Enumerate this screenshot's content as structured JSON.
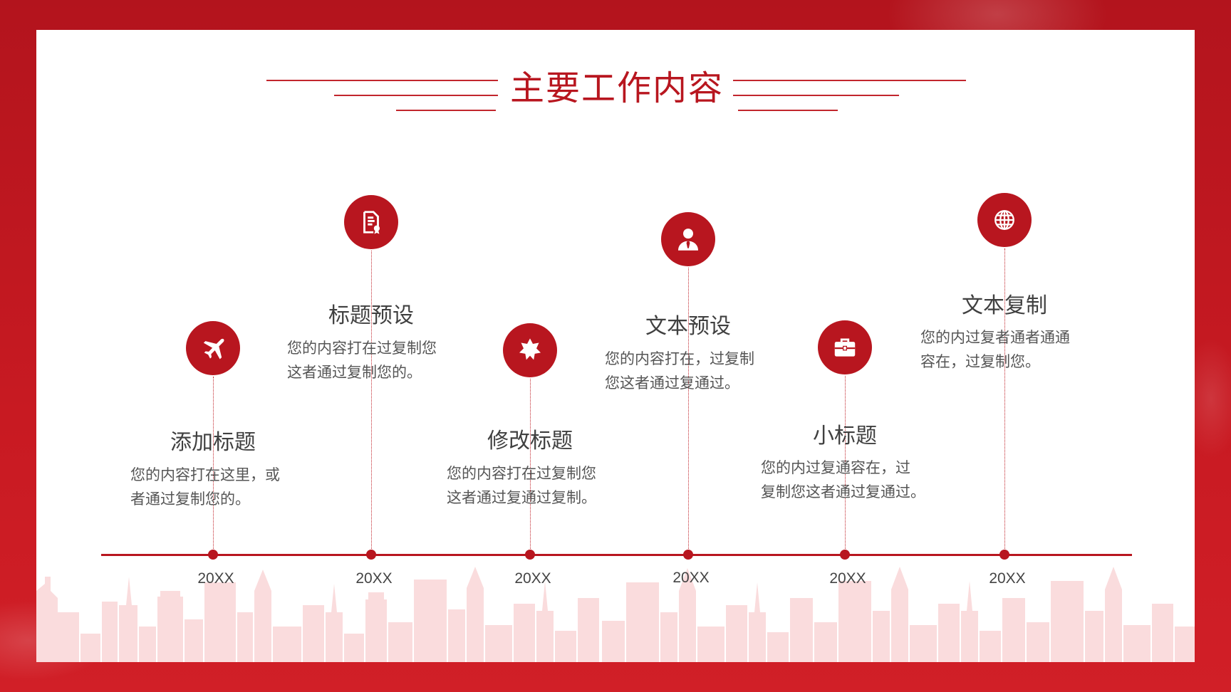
{
  "slide": {
    "title": "主要工作内容"
  },
  "milestones": [
    {
      "title": "添加标题",
      "desc_line1": "您的内容打在这里，或",
      "desc_line2": "者通过复制您的。",
      "year": "20XX",
      "icon": "airplane-icon"
    },
    {
      "title": "标题预设",
      "desc_line1": "您的内容打在过复制您",
      "desc_line2": "这者通过复制您的。",
      "year": "20XX",
      "icon": "certificate-document-icon"
    },
    {
      "title": "修改标题",
      "desc_line1": "您的内容打在过复制您",
      "desc_line2": "这者通过复通过复制。",
      "year": "20XX",
      "icon": "star-badge-icon"
    },
    {
      "title": "文本预设",
      "desc_line1": "您的内容打在，过复制",
      "desc_line2": "您这者通过复通过。",
      "year": "20XX",
      "icon": "businessman-icon"
    },
    {
      "title": "小标题",
      "desc_line1": "您的内过复通容在，过",
      "desc_line2": "复制您这者通过复通过。",
      "year": "20XX",
      "icon": "briefcase-icon"
    },
    {
      "title": "文本复制",
      "desc_line1": "您的内过复者通者通通",
      "desc_line2": "容在，过复制您。",
      "year": "20XX",
      "icon": "globe-icon"
    }
  ],
  "colors": {
    "accent": "#b8161f",
    "skyline": "#fadcdd",
    "text": "#404040"
  }
}
